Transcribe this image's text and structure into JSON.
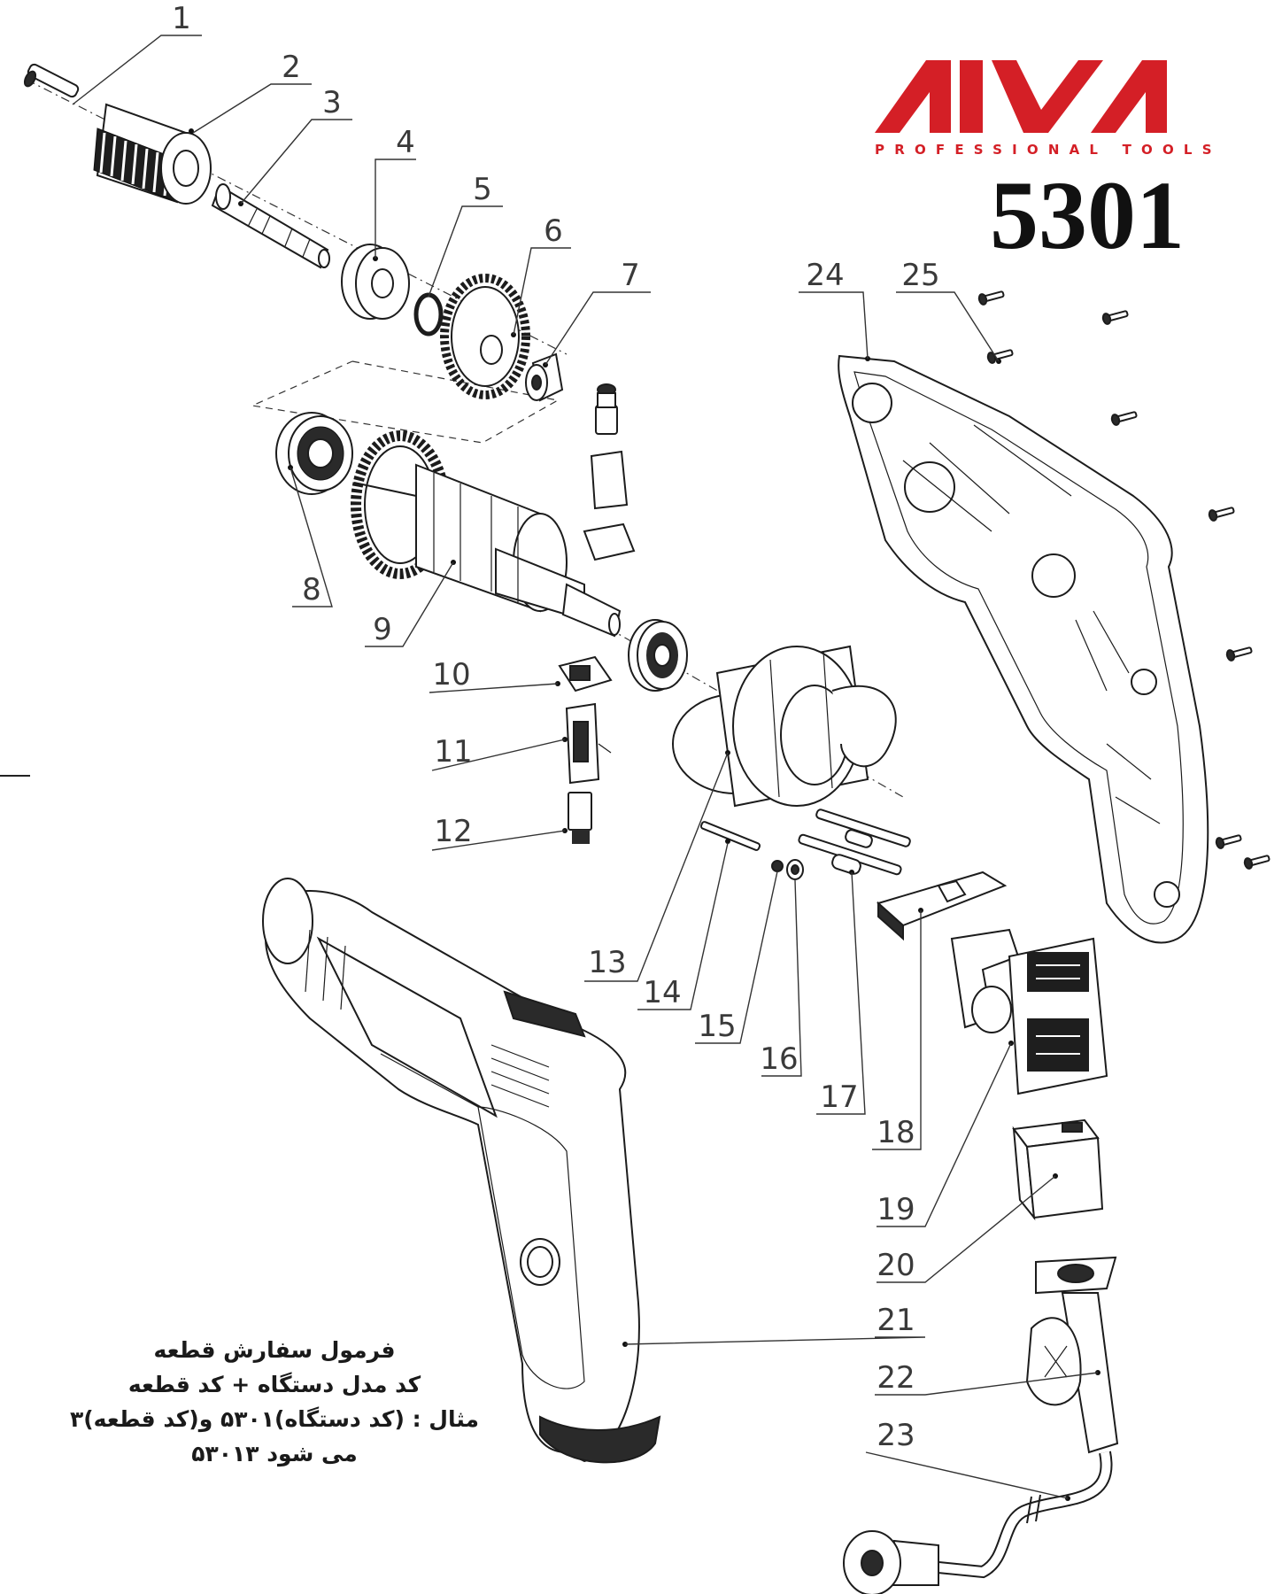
{
  "brand": {
    "logo_text": "AIVA",
    "tagline": "PROFESSIONAL TOOLS",
    "accent_color": "#d41f26"
  },
  "model": "5301",
  "part_numbers": [
    "1",
    "2",
    "3",
    "4",
    "5",
    "6",
    "7",
    "8",
    "9",
    "10",
    "11",
    "12",
    "13",
    "14",
    "15",
    "16",
    "17",
    "18",
    "19",
    "20",
    "21",
    "22",
    "23",
    "24",
    "25"
  ],
  "order_formula": {
    "title": "فرمول سفارش قطعه",
    "rule": "کد مدل دستگاه + کد قطعه",
    "example": "مثال : (کد دستگاه)۵۳۰۱ و(کد قطعه)۳",
    "result": "می شود ۵۳۰۱۳"
  }
}
